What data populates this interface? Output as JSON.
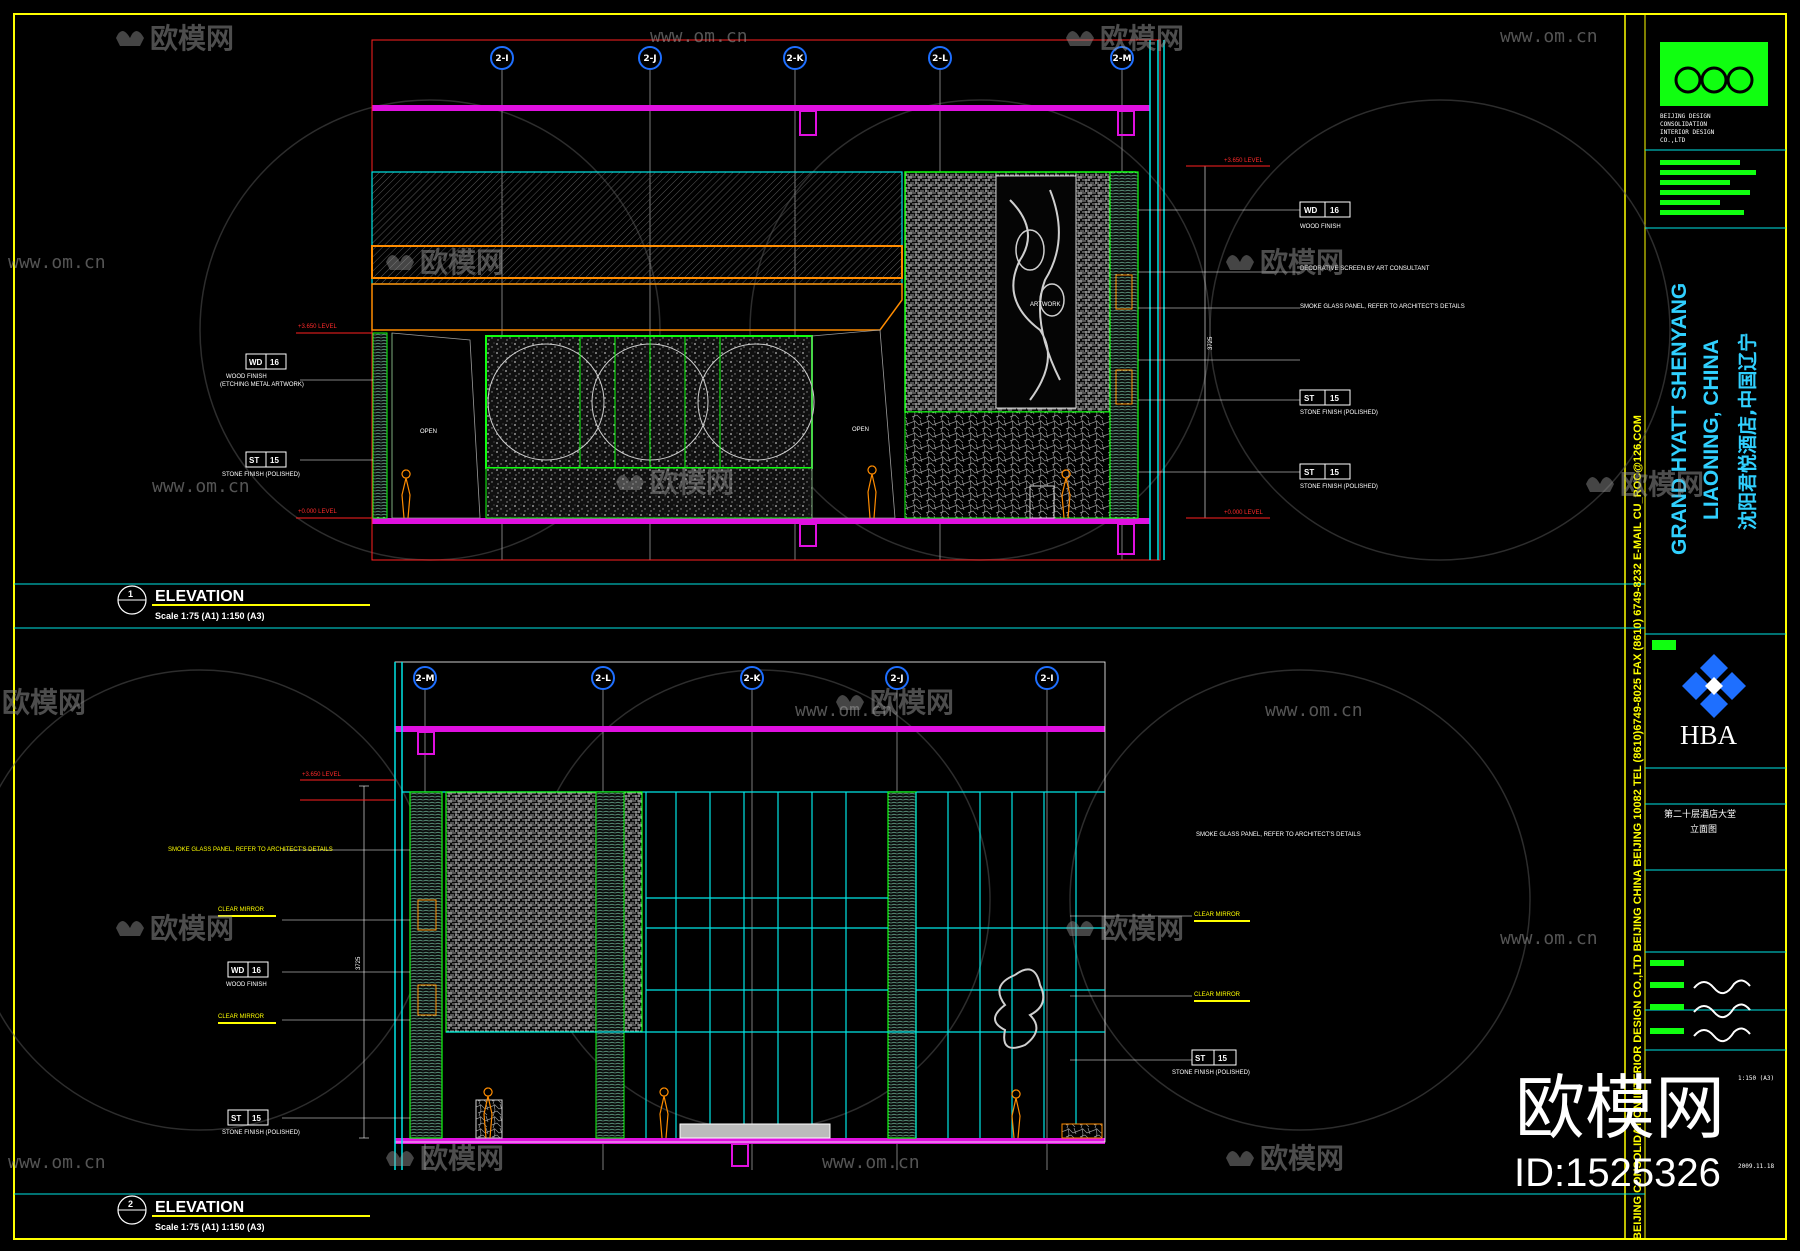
{
  "top_elevation": {
    "grid_labels": [
      "2-I",
      "2-J",
      "2-K",
      "2-L",
      "2-M"
    ],
    "title": "ELEVATION",
    "number": "1",
    "scale": "Scale 1:75 (A1) 1:150 (A3)",
    "tags": [
      {
        "code": "WD",
        "num": "16"
      },
      {
        "code": "ST",
        "num": "15"
      },
      {
        "code": "WD",
        "num": "16"
      },
      {
        "code": "ST",
        "num": "15"
      },
      {
        "code": "ST",
        "num": "15"
      }
    ],
    "notes": {
      "wood_finish": "WOOD FINISH",
      "etched_metal": "(ETCHING METAL ARTWORK)",
      "stone_polished": "STONE FINISH (POLISHED)",
      "decorative_screen": "DECORATIVE SCREEN BY ART CONSULTANT",
      "smoke_glass": "SMOKE GLASS PANEL, REFER TO ARCHITECT'S DETAILS",
      "artwork": "ARTWORK",
      "open": "OPEN"
    },
    "levels": [
      "+3.650 LEVEL",
      "+0.000 LEVEL"
    ]
  },
  "bottom_elevation": {
    "grid_labels": [
      "2-M",
      "2-L",
      "2-K",
      "2-J",
      "2-I"
    ],
    "title": "ELEVATION",
    "number": "2",
    "scale": "Scale 1:75 (A1) 1:150 (A3)",
    "tags": [
      {
        "code": "WD",
        "num": "16"
      },
      {
        "code": "ST",
        "num": "15"
      },
      {
        "code": "ST",
        "num": "15"
      }
    ],
    "notes": {
      "smoke_glass_l": "SMOKE GLASS PANEL, REFER TO ARCHITECT'S DETAILS",
      "smoke_glass_r": "SMOKE GLASS PANEL, REFER TO ARCHITECT'S DETAILS",
      "clear_mirror_1": "CLEAR MIRROR",
      "wood_finish": "WOOD FINISH",
      "clear_mirror_2": "CLEAR MIRROR",
      "clear_mirror_r1": "CLEAR MIRROR",
      "clear_mirror_r2": "CLEAR MIRROR",
      "stone_polished_l": "STONE FINISH (POLISHED)",
      "stone_polished_r": "STONE FINISH (POLISHED)"
    }
  },
  "title_block": {
    "vertical_company": "BEIJING CONSOLIDATION INTERIOR DESIGN CO.,LTD  BEIJING CHINA  BEIJING 10082  TEL (8610)6749-8025  FAX (8610) 6749-8232  E-MAIL  CU_ROC@126.COM",
    "logo_company_lines": [
      "BEIJING DESIGN",
      "CONSOLIDATION",
      "INTERIOR DESIGN",
      "CO.,LTD"
    ],
    "project_line1": "GRAND HYATT SHENYANG",
    "project_line2": "LIAONING, CHINA",
    "project_cn": "沈阳君悦酒店,中国辽宁",
    "consultant": "HBA",
    "sheet_cn_1": "第二十层酒店大堂",
    "sheet_cn_2": "立面图",
    "scale_small": "1:150 (A3)",
    "date_small": "2009.11.18"
  },
  "watermark": {
    "url": "www.om.cn",
    "brand": "欧模网",
    "big_brand": "欧模网",
    "big_id": "ID:1525326"
  },
  "colors": {
    "frame": "#ffff00",
    "cyan": "#00e5e5",
    "magenta": "#e010e0",
    "green": "#10ff10",
    "orange": "#ff8c00",
    "red": "#ff2020"
  }
}
